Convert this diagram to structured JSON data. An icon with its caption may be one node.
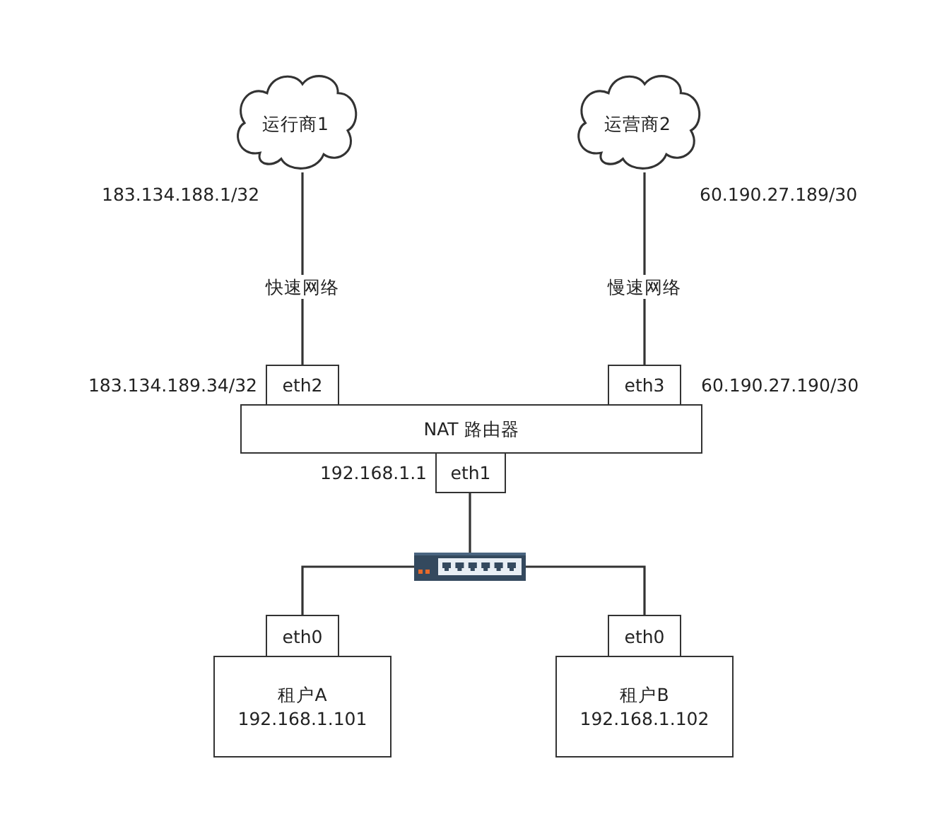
{
  "diagram": {
    "nodes": [
      {
        "text": [
          "运行商1"
        ]
      },
      {
        "text": [
          "运营商2"
        ]
      },
      {
        "text": [
          "NAT 路由器"
        ]
      },
      {
        "text": [
          "eth2"
        ],
        "beside": [
          "183.134.189.34/32"
        ]
      },
      {
        "text": [
          "eth3"
        ],
        "beside": [
          "60.190.27.190/30"
        ]
      },
      {
        "text": [
          "eth1"
        ],
        "beside": [
          "192.168.1.1"
        ]
      },
      {
        "text": [],
        "shape": "picture"
      },
      {
        "text": [
          "eth0"
        ]
      },
      {
        "text": [
          "租户A",
          "192.168.1.101"
        ]
      },
      {
        "text": [
          "eth0"
        ]
      },
      {
        "text": [
          "租户B",
          "192.168.1.102"
        ]
      }
    ],
    "edges": [
      {
        "from": 0,
        "to": 3,
        "arrow": "none",
        "label": "快速网络"
      },
      {
        "from": 1,
        "to": 4,
        "arrow": "none",
        "label": "慢速网络"
      },
      {
        "from": 5,
        "to": 6,
        "arrow": "none"
      },
      {
        "from": 6,
        "to": 7,
        "arrow": "none"
      },
      {
        "from": 6,
        "to": 9,
        "arrow": "none"
      }
    ],
    "labels": [
      "183.134.188.1/32",
      "60.190.27.189/30"
    ]
  }
}
